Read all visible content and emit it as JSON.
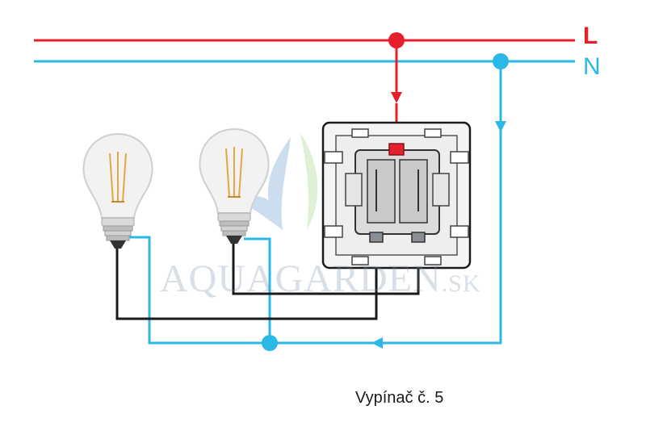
{
  "lines": {
    "live": {
      "label": "L",
      "color": "#e5202a"
    },
    "neutral": {
      "label": "N",
      "color": "#2bb8e6"
    }
  },
  "watermark": {
    "main": "AQUAGARDEN",
    "suffix": ".SK"
  },
  "caption": "Vypínač č. 5"
}
